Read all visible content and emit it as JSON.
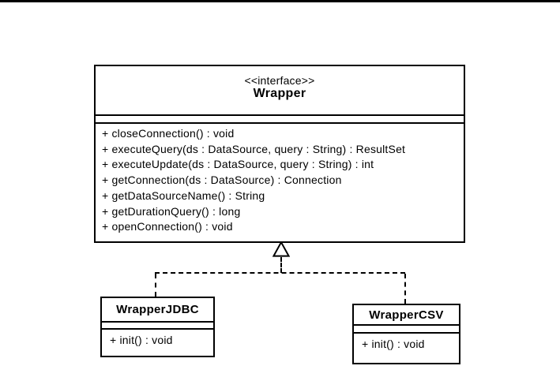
{
  "colors": {
    "line": "#000000",
    "background": "#ffffff",
    "node_fill": "#ffffff"
  },
  "interface": {
    "stereotype": "<<interface>>",
    "name": "Wrapper",
    "methods": [
      "+ closeConnection() : void",
      "+ executeQuery(ds : DataSource, query : String) : ResultSet",
      "+ executeUpdate(ds : DataSource, query : String) : int",
      "+ getConnection(ds : DataSource) : Connection",
      "+ getDataSourceName() : String",
      "+ getDurationQuery() : long",
      "+ openConnection() : void"
    ]
  },
  "classes": [
    {
      "name": "WrapperJDBC",
      "methods": [
        "+ init() : void"
      ]
    },
    {
      "name": "WrapperCSV",
      "methods": [
        "+ init() : void"
      ]
    }
  ]
}
